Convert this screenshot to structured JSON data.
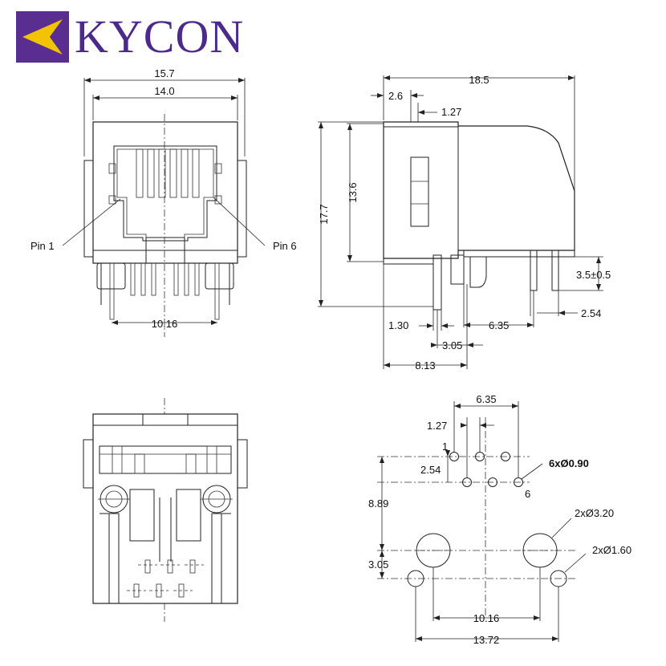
{
  "brand": {
    "name": "KYCON",
    "colors": {
      "logo_text": "#4b2a8c",
      "logo_purple": "#5a2d91",
      "logo_yellow": "#f2c300",
      "line": "#222222"
    }
  },
  "front_view": {
    "dims": {
      "overall_width": "15.7",
      "inner_width": "14.0",
      "pin_span": "10.16"
    },
    "labels": {
      "pin_first": "Pin 1",
      "pin_last": "Pin 6"
    }
  },
  "side_view": {
    "dims": {
      "overall_depth": "18.5",
      "tab_offset": "2.6",
      "tab_width": "1.27",
      "overall_height": "17.7",
      "opening_height": "13.6",
      "post_length": "3.5±0.5",
      "post_pitch": "2.54",
      "front_post": "1.30",
      "row_offset": "6.35",
      "pin_offset": "3.05",
      "front_to_pin": "8.13"
    }
  },
  "bottom_view": {},
  "footprint": {
    "dims": {
      "row_span": "6.35",
      "pin_pitch": "1.27",
      "row_pitch": "2.54",
      "pin_holes": "6xØ0.90",
      "pin_to_post": "8.89",
      "post_holes": "2xØ3.20",
      "post_to_peg": "3.05",
      "peg_holes": "2xØ1.60",
      "post_span": "10.16",
      "peg_span": "13.72"
    },
    "pin_labels": {
      "first": "1",
      "last": "6"
    }
  }
}
